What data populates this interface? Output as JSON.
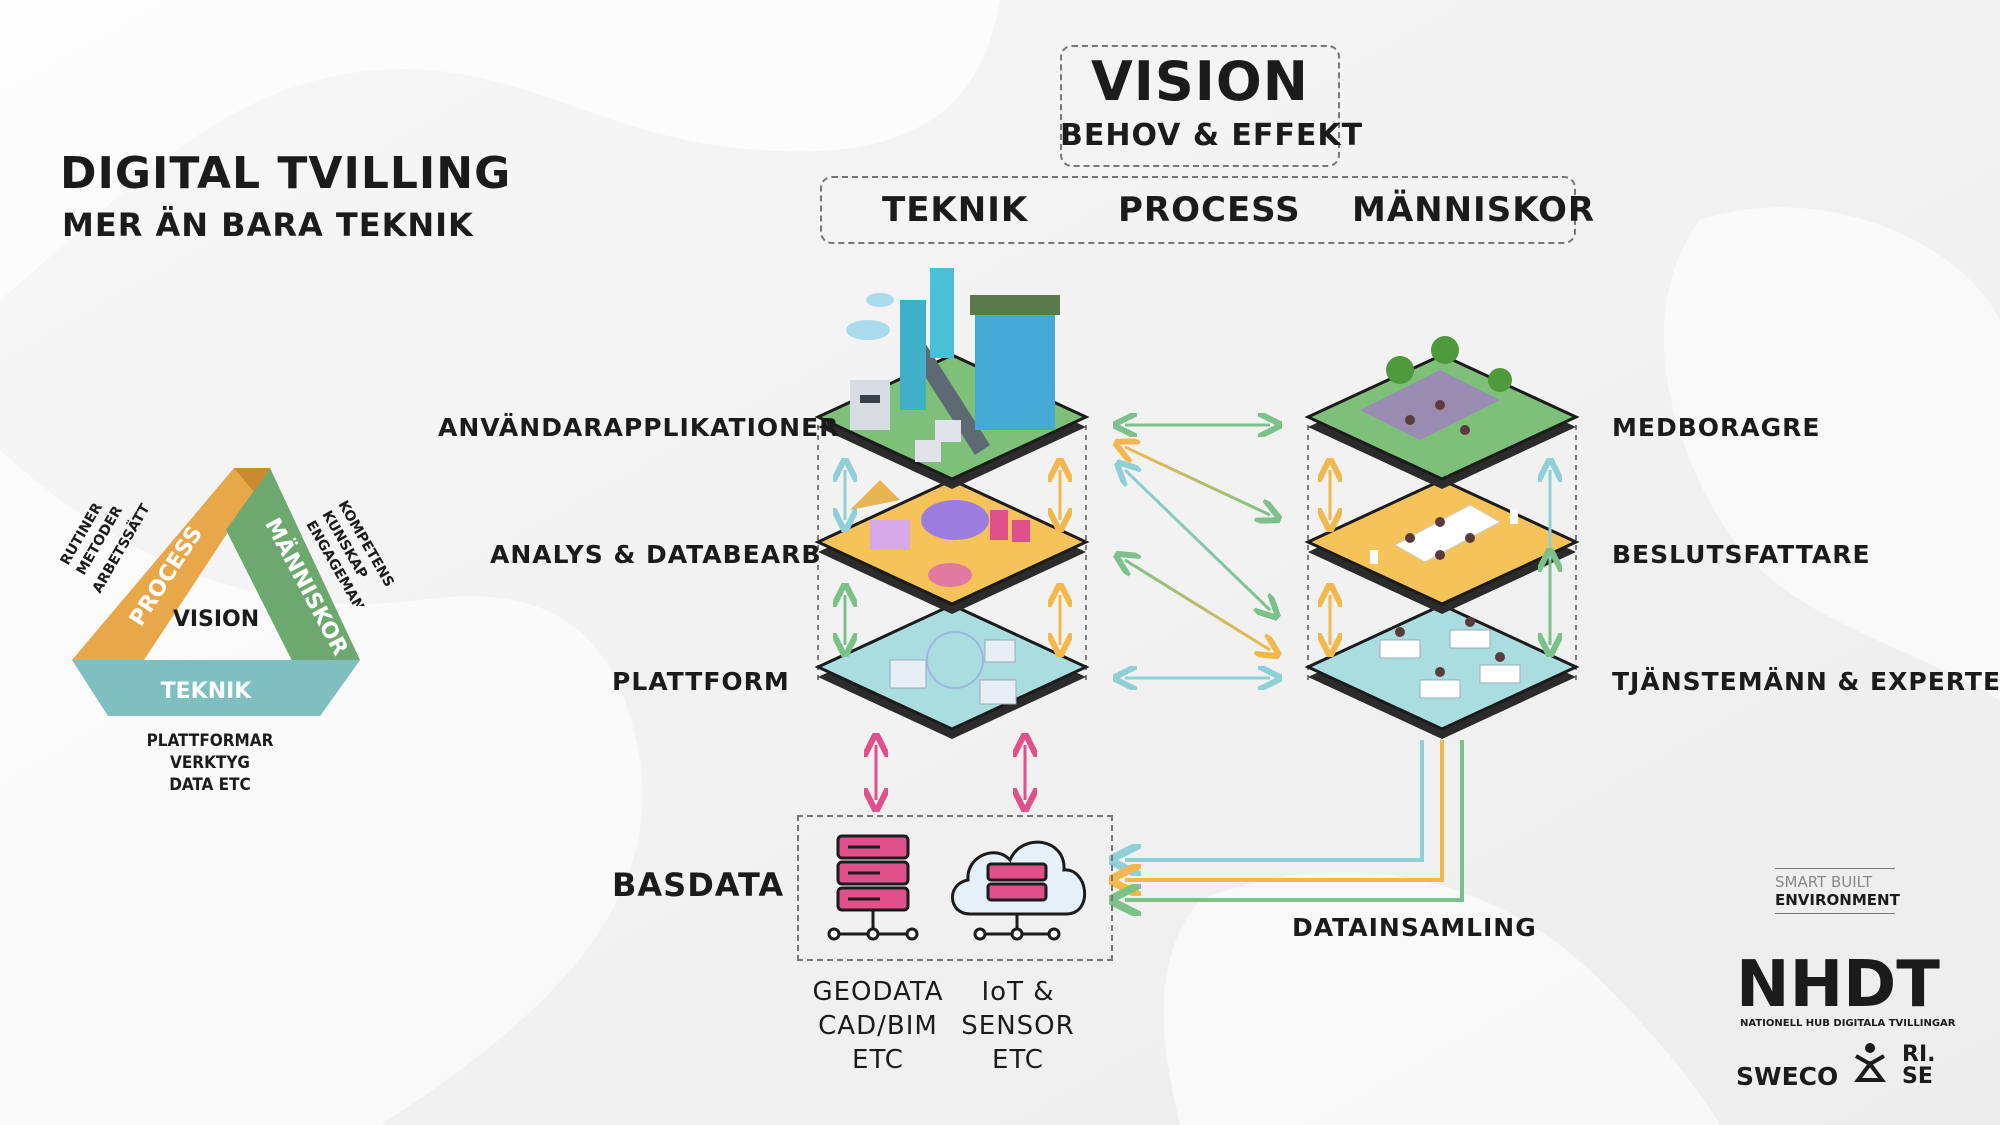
{
  "title": {
    "main": "DIGITAL TVILLING",
    "sub": "MER ÄN BARA TEKNIK"
  },
  "vision": {
    "title": "VISION",
    "subtitle": "BEHOV & EFFEKT"
  },
  "pillars": [
    "TEKNIK",
    "PROCESS",
    "MÄNNISKOR"
  ],
  "triangle": {
    "center": "VISION",
    "sides": {
      "process": "PROCESS",
      "manniskor": "MÄNNISKOR",
      "teknik": "TEKNIK"
    },
    "process_notes": [
      "RUTINER",
      "METODER",
      "ARBETSSÄTT"
    ],
    "manniskor_notes": [
      "KOMPETENS",
      "KUNSKAP",
      "ENGAGEMANG"
    ],
    "teknik_notes": [
      "PLATTFORMAR",
      "VERKTYG",
      "DATA ETC"
    ],
    "colors": {
      "process": "#e8a84a",
      "manniskor": "#6da86e",
      "teknik": "#7fbfc0"
    }
  },
  "left_layers": [
    "ANVÄNDARAPPLIKATIONER",
    "ANALYS & DATABEARB",
    "PLATTFORM"
  ],
  "right_layers": [
    "MEDBORAGRE",
    "BESLUTSFATTARE",
    "TJÄNSTEMÄNN & EXPERTER"
  ],
  "basdata": {
    "label": "BASDATA",
    "sources": [
      {
        "line1": "GEODATA",
        "line2": "CAD/BIM",
        "line3": "ETC",
        "icon": "server-icon"
      },
      {
        "line1": "IoT &",
        "line2": "SENSOR",
        "line3": "ETC",
        "icon": "cloud-server-icon"
      }
    ]
  },
  "datainsamling": "DATAINSAMLING",
  "logos": {
    "sbe_line1": "SMART BUILT",
    "sbe_line2": "ENVIRONMENT",
    "nhdt": "NHDT",
    "nhdt_sub": "NATIONELL HUB DIGITALA TVILLINGAR",
    "sweco": "SWECO",
    "rise_1": "RI.",
    "rise_2": "SE"
  },
  "colors": {
    "green": "#7cc08a",
    "orange": "#f2b84b",
    "teal": "#8fcfd6",
    "pink": "#e0508a",
    "layer_top": "#7ec07a",
    "layer_mid": "#f6c25a",
    "layer_bottom": "#a9dde0"
  }
}
